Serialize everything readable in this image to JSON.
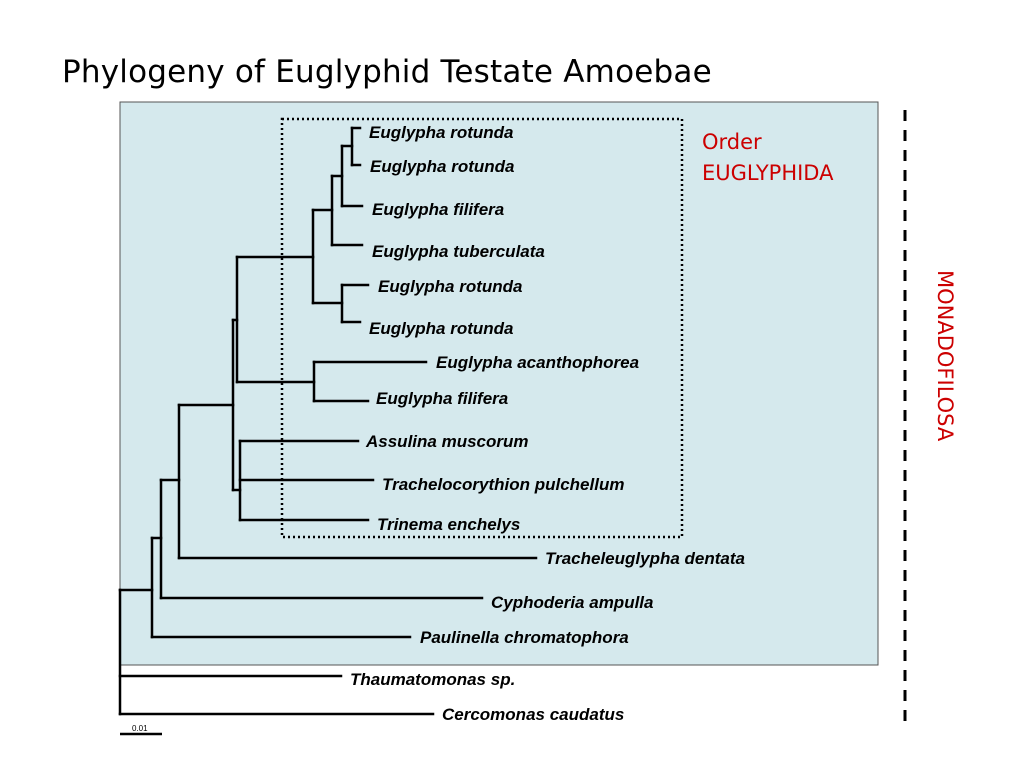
{
  "title": "Phylogeny of Euglyphid Testate Amoebae",
  "order_label": {
    "line1": "Order",
    "line2": "EUGLYPHIDA"
  },
  "side_label": "MONADOFILOSA",
  "scale_bar_label": "0.01",
  "colors": {
    "panel_fill": "#d5e9ed",
    "label_red": "#cc0000",
    "branch": "#000000"
  },
  "taxa": [
    "Euglypha rotunda",
    "Euglypha rotunda",
    "Euglypha filifera",
    "Euglypha tuberculata",
    "Euglypha rotunda",
    "Euglypha rotunda",
    "Euglypha acanthophorea",
    "Euglypha filifera",
    "Assulina muscorum",
    "Trachelocorythion pulchellum",
    "Trinema enchelys",
    "Tracheleuglypha dentata",
    "Cyphoderia ampulla",
    "Paulinella chromatophora",
    "Thaumatomonas sp.",
    "Cercomonas caudatus"
  ]
}
